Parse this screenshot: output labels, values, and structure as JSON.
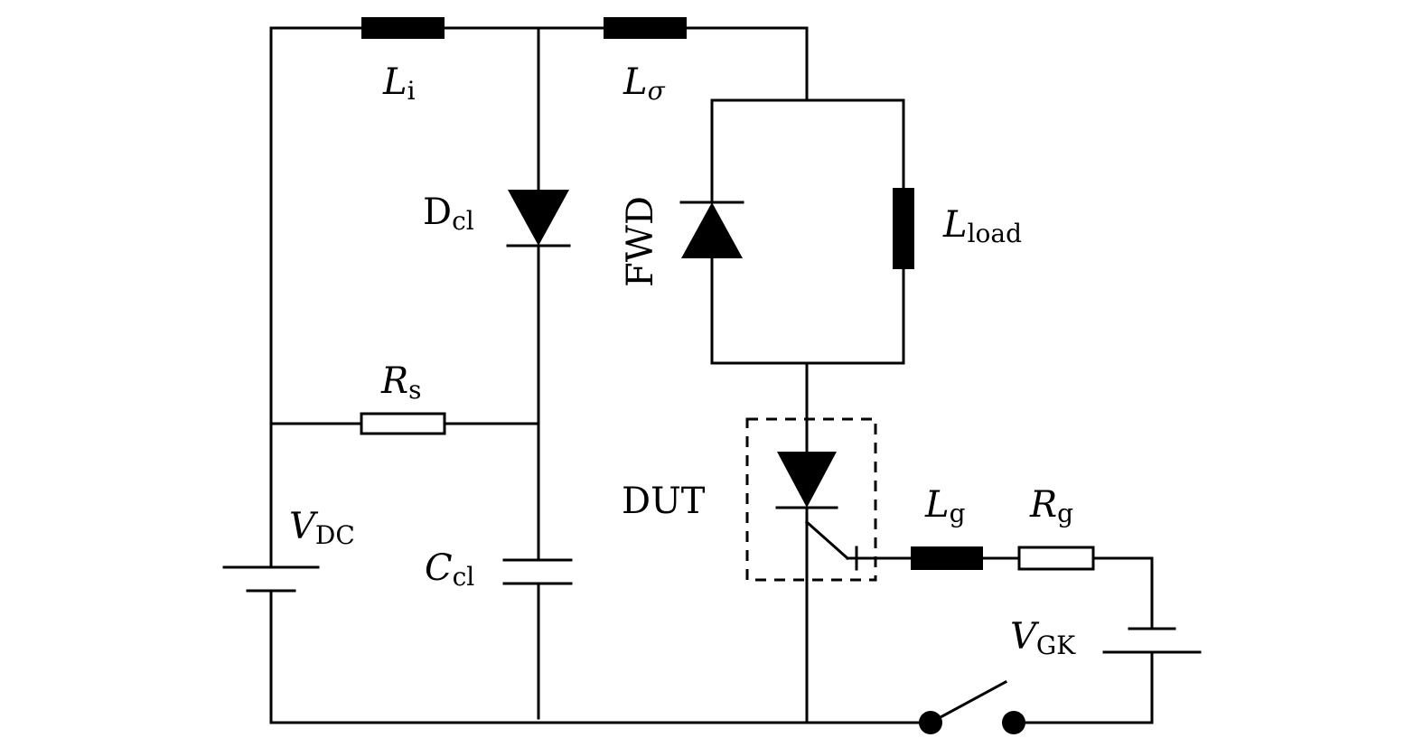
{
  "title": "Test circuit schematic",
  "components": {
    "Li": {
      "symbol": "L",
      "sub": "i",
      "type": "inductor"
    },
    "Lsigma": {
      "symbol": "L",
      "sub": "σ",
      "type": "inductor"
    },
    "Dcl": {
      "symbol": "D",
      "sub": "cl",
      "type": "diode"
    },
    "FWD": {
      "symbol": "FWD",
      "type": "diode"
    },
    "Lload": {
      "symbol": "L",
      "sub": "load",
      "type": "inductor"
    },
    "Rs": {
      "symbol": "R",
      "sub": "s",
      "type": "resistor"
    },
    "VDC": {
      "symbol": "V",
      "sub": "DC",
      "type": "dc-source"
    },
    "Ccl": {
      "symbol": "C",
      "sub": "cl",
      "type": "capacitor"
    },
    "DUT": {
      "symbol": "DUT",
      "type": "thyristor"
    },
    "Lg": {
      "symbol": "L",
      "sub": "g",
      "type": "inductor"
    },
    "Rg": {
      "symbol": "R",
      "sub": "g",
      "type": "resistor"
    },
    "VGK": {
      "symbol": "V",
      "sub": "GK",
      "type": "dc-source"
    },
    "switch": {
      "type": "switch",
      "state": "open"
    }
  }
}
